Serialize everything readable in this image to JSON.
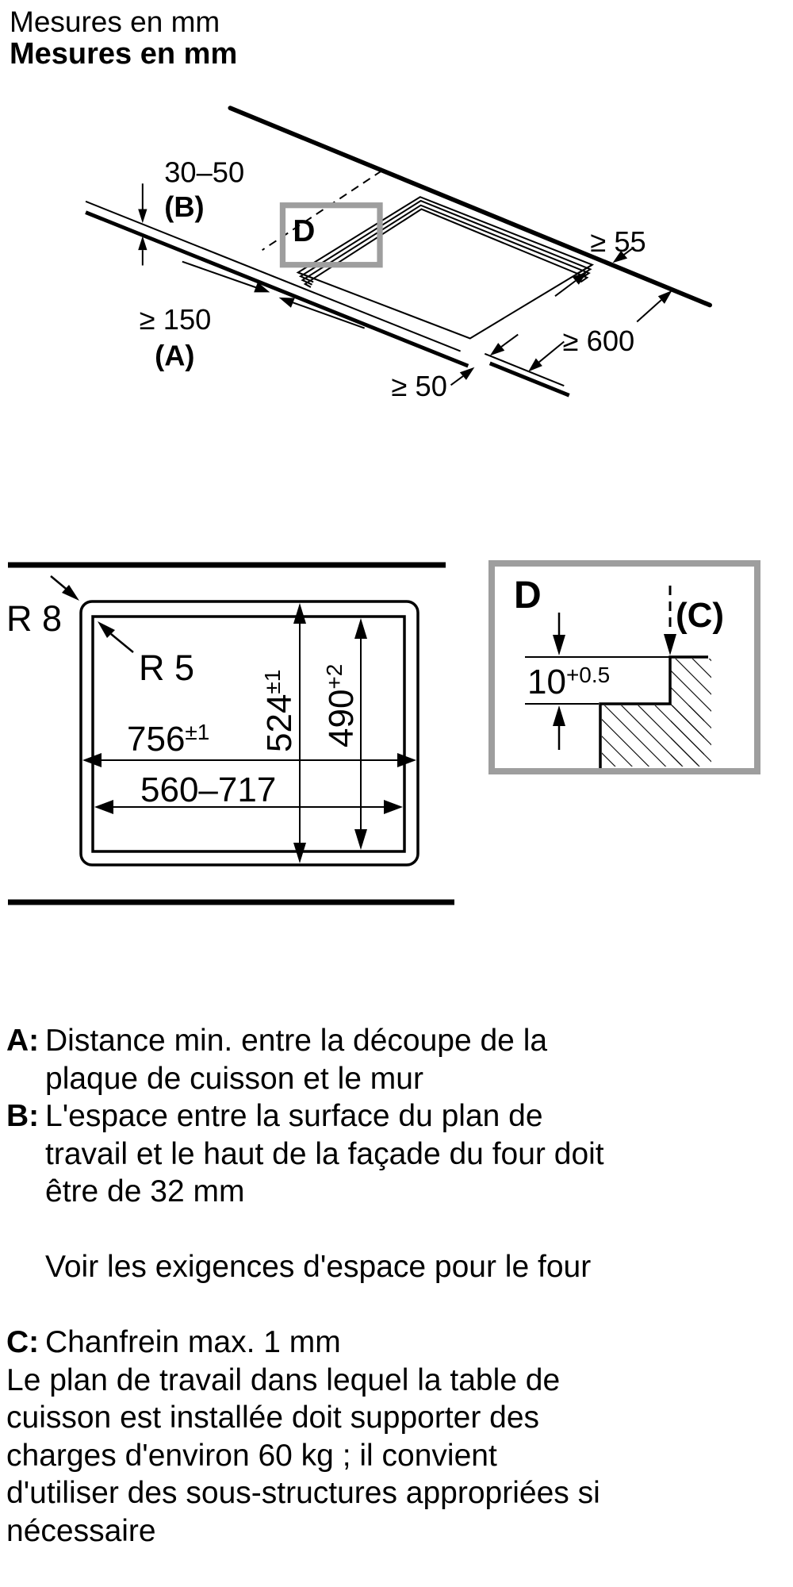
{
  "colors": {
    "ink": "#000000",
    "frame_gray": "#9e9e9e"
  },
  "title": {
    "line1": "Mesures en mm",
    "line2": "Mesures en mm"
  },
  "perspective": {
    "oven_gap_value": "30–50",
    "oven_gap_ref": "(B)",
    "wall_distance_value": "≥ 150",
    "wall_distance_ref": "(A)",
    "front_distance_value": "≥ 50",
    "rear_distance_value": "≥ 55",
    "worktop_depth_value": "≥ 600",
    "detail_marker": "D"
  },
  "plan": {
    "outer_radius": "R 8",
    "inner_radius": "R 5",
    "outer_height": "524",
    "outer_height_tol": "±1",
    "inner_height": "490",
    "inner_height_tol": "+2",
    "outer_width": "756",
    "outer_width_tol": "±1",
    "inner_width": "560–717"
  },
  "detail": {
    "marker": "D",
    "chamfer_ref": "(C)",
    "rebate_depth": "10",
    "rebate_depth_tol": "+0.5"
  },
  "legend": {
    "items": [
      {
        "key": "A:",
        "lines": [
          "Distance min. entre la découpe de la",
          "plaque de cuisson et le mur"
        ]
      },
      {
        "key": "B:",
        "lines": [
          "L'espace entre la surface du plan de",
          "travail et le haut de la façade du four doit",
          "être de 32 mm"
        ]
      }
    ],
    "note": "Voir les exigences d'espace pour le four",
    "c_item": {
      "key": "C:",
      "lines": [
        "Chanfrein max. 1 mm"
      ]
    },
    "paragraph_lines": [
      "Le plan de travail dans lequel la table de",
      "cuisson est installée doit supporter des",
      "charges d'environ 60 kg ; il convient",
      "d'utiliser des sous-structures appropriées si",
      "nécessaire"
    ]
  }
}
